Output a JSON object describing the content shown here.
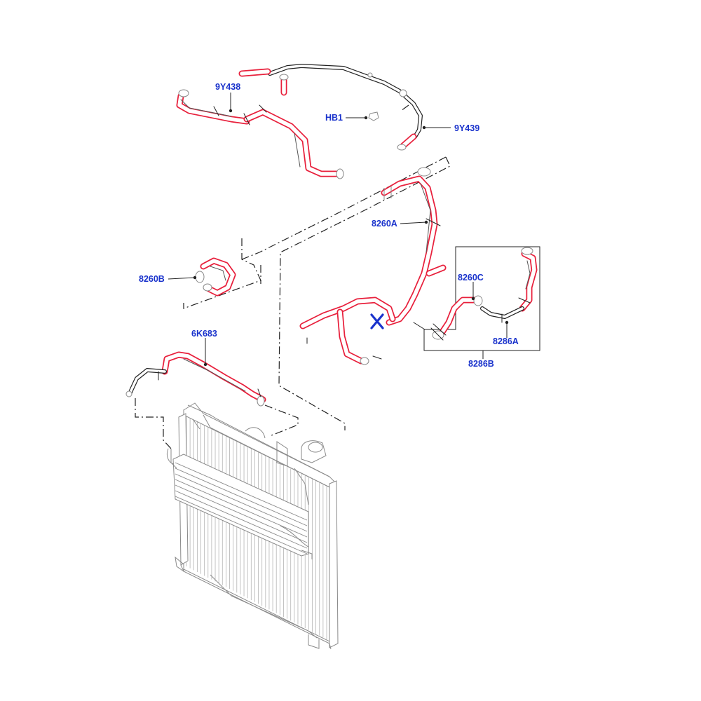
{
  "diagram": {
    "accent_color": "#e8203c",
    "label_color": "#1a33cc",
    "marker_color": "#1a33cc",
    "callouts": {
      "c_9y438": "9Y438",
      "c_hb1": "HB1",
      "c_9y439": "9Y439",
      "c_8260a": "8260A",
      "c_8260b": "8260B",
      "c_8260c": "8260C",
      "c_8286a": "8286A",
      "c_8286b": "8286B",
      "c_6k683": "6K683"
    }
  }
}
